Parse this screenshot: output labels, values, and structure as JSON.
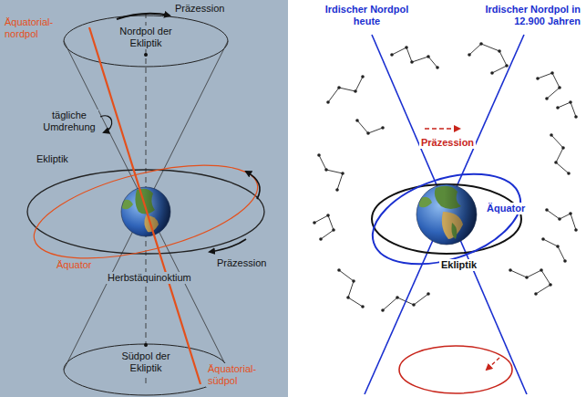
{
  "diagram": {
    "labels": [
      "Präzession",
      "Äquatorial-nordpol",
      "Nordpol der Ekliptik",
      "tägliche Umdrehung",
      "Ekliptik",
      "Äquator",
      "Präzession",
      "Herbstäquinoktium",
      "Südpol der Ekliptik",
      "Äquatorial-südpol",
      "Irdischer Nordpol heute",
      "Irdischer Nordpol in 12.900 Jahren",
      "Präzession",
      "Äquator",
      "Ekliptik"
    ]
  }
}
